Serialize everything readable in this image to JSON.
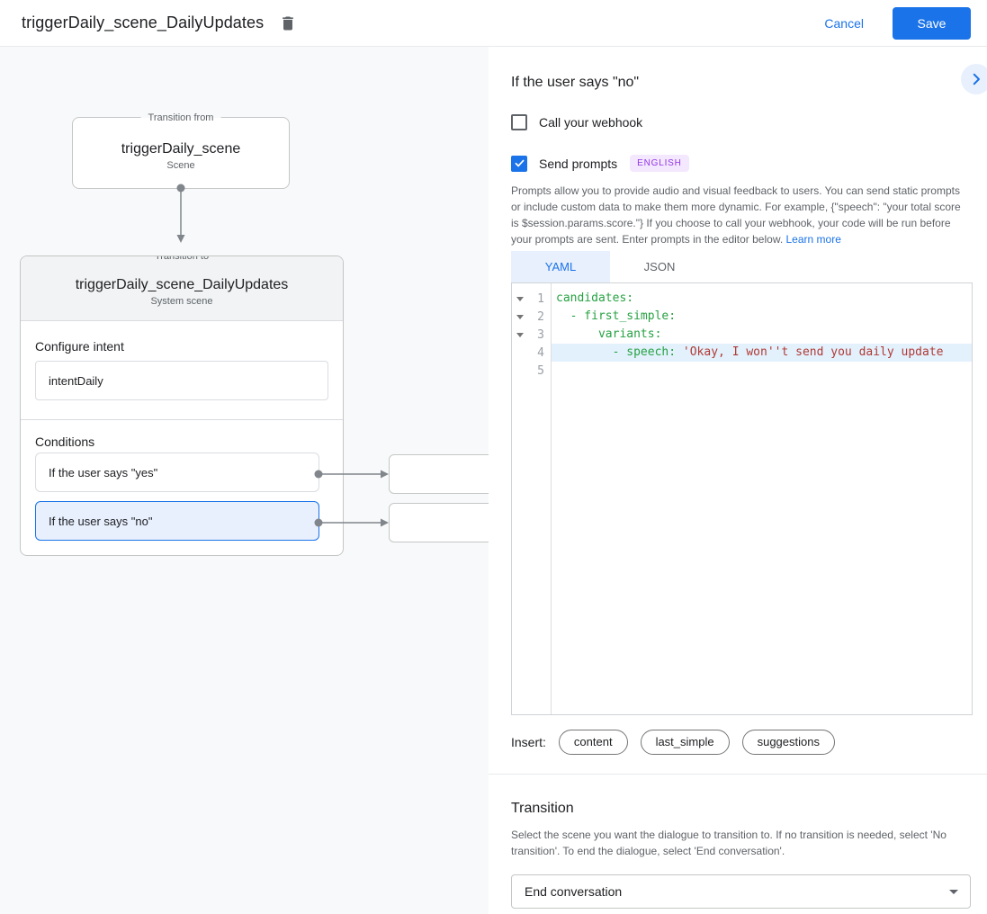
{
  "header": {
    "title": "triggerDaily_scene_DailyUpdates",
    "cancel_label": "Cancel",
    "save_label": "Save"
  },
  "canvas": {
    "transition_from": {
      "legend": "Transition from",
      "title": "triggerDaily_scene",
      "subtitle": "Scene"
    },
    "transition_to": {
      "legend": "Transition to",
      "title": "triggerDaily_scene_DailyUpdates",
      "subtitle": "System scene",
      "configure_intent_label": "Configure intent",
      "intent_value": "intentDaily",
      "conditions_label": "Conditions",
      "conditions": [
        {
          "label": "If the user says \"yes\"",
          "selected": false
        },
        {
          "label": "If the user says \"no\"",
          "selected": true
        }
      ]
    }
  },
  "panel": {
    "heading": "If the user says \"no\"",
    "webhook_checkbox_label": "Call your webhook",
    "prompts_checkbox_label": "Send prompts",
    "language_badge": "ENGLISH",
    "description": "Prompts allow you to provide audio and visual feedback to users. You can send static prompts or include custom data to make them more dynamic. For example, {\"speech\": \"your total score is $session.params.score.\"} If you choose to call your webhook, your code will be run before your prompts are sent. Enter prompts in the editor below.",
    "learn_more_label": "Learn more",
    "tabs": [
      {
        "label": "YAML",
        "active": true
      },
      {
        "label": "JSON",
        "active": false
      }
    ],
    "editor": {
      "lines": [
        {
          "num": "1",
          "fold": true,
          "highlight": false,
          "segments": [
            {
              "c": "k",
              "t": "candidates:"
            }
          ]
        },
        {
          "num": "2",
          "fold": true,
          "highlight": false,
          "segments": [
            {
              "c": "p",
              "t": "  "
            },
            {
              "c": "k",
              "t": "- first_simple:"
            }
          ]
        },
        {
          "num": "3",
          "fold": true,
          "highlight": false,
          "segments": [
            {
              "c": "p",
              "t": "      "
            },
            {
              "c": "k",
              "t": "variants:"
            }
          ]
        },
        {
          "num": "4",
          "fold": false,
          "highlight": true,
          "segments": [
            {
              "c": "p",
              "t": "        "
            },
            {
              "c": "k",
              "t": "- speech:"
            },
            {
              "c": "p",
              "t": " "
            },
            {
              "c": "s",
              "t": "'Okay, I won''t send you daily update"
            }
          ]
        },
        {
          "num": "5",
          "fold": false,
          "highlight": false,
          "segments": []
        }
      ]
    },
    "insert_label": "Insert:",
    "insert_chips": [
      "content",
      "last_simple",
      "suggestions"
    ],
    "transition": {
      "heading": "Transition",
      "description": "Select the scene you want the dialogue to transition to. If no transition is needed, select 'No transition'. To end the dialogue, select 'End conversation'.",
      "dropdown_value": "End conversation"
    }
  }
}
